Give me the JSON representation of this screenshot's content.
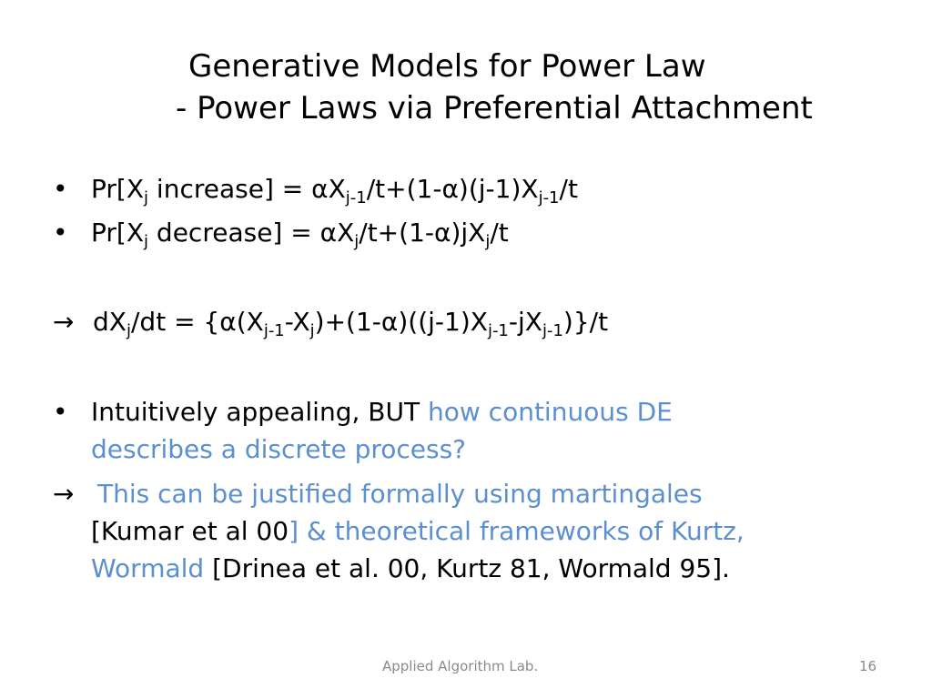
{
  "title": {
    "line1": "Generative Models for Power Law",
    "line2": "- Power Laws via Preferential Attachment"
  },
  "bullets": {
    "b1": {
      "marker": "•",
      "p1": "Pr[X",
      "s1": "j",
      "p2": " increase] = αX",
      "s2": "j-1",
      "p3": "/t+(1-α)(j-1)X",
      "s3": "j-1",
      "p4": "/t"
    },
    "b2": {
      "marker": "•",
      "p1": "Pr[X",
      "s1": "j",
      "p2": " decrease] = αX",
      "s2": "j",
      "p3": "/t+(1-α)jX",
      "s3": "j",
      "p4": "/t"
    },
    "eq": {
      "marker": "→",
      "p1": "dX",
      "s1": "j",
      "p2": "/dt = {α(X",
      "s2": "j-1",
      "p3": "-X",
      "s3": "j",
      "p4": ")+(1-α)((j-1)X",
      "s4": "j-1",
      "p5": "-jX",
      "s5": "j-1",
      "p6": ")}/t"
    },
    "b3": {
      "marker": "•",
      "line1_black": "Intuitively appealing, BUT ",
      "line1_blue": "how continuous DE",
      "line2_blue": "describes a discrete process?"
    },
    "b4": {
      "marker": "→",
      "line1_blue": "This can be justified formally using martingales",
      "line2_black": "[Kumar et al 00",
      "line2_blue": "] & theoretical frameworks of Kurtz,",
      "line3_blue": "Wormald",
      "line3_black": " [Drinea et al. 00, Kurtz 81, Wormald 95]."
    }
  },
  "footer": {
    "lab": "Applied Algorithm Lab.",
    "page": "16"
  },
  "colors": {
    "accent_blue": "#5b8fd0",
    "footer_gray": "#8a8a8a"
  }
}
